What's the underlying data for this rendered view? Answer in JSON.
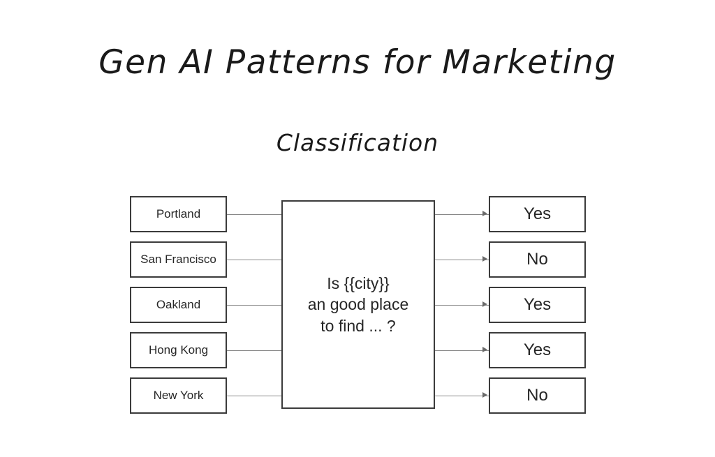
{
  "slide": {
    "title": "Gen AI Patterns for Marketing",
    "subtitle": "Classification",
    "background_color": "#ffffff",
    "text_color": "#1a1a1a",
    "box_border_color": "#3b3b3b",
    "connector_color": "#888888"
  },
  "diagram": {
    "type": "classification-flow",
    "inputs": [
      {
        "label": "Portland"
      },
      {
        "label": "San Francisco"
      },
      {
        "label": "Oakland"
      },
      {
        "label": "Hong Kong"
      },
      {
        "label": "New York"
      }
    ],
    "prompt": {
      "lines": [
        "Is {{city}}",
        "an good place",
        "to find ... ?"
      ]
    },
    "outputs": [
      {
        "label": "Yes"
      },
      {
        "label": "No"
      },
      {
        "label": "Yes"
      },
      {
        "label": "Yes"
      },
      {
        "label": "No"
      }
    ]
  }
}
